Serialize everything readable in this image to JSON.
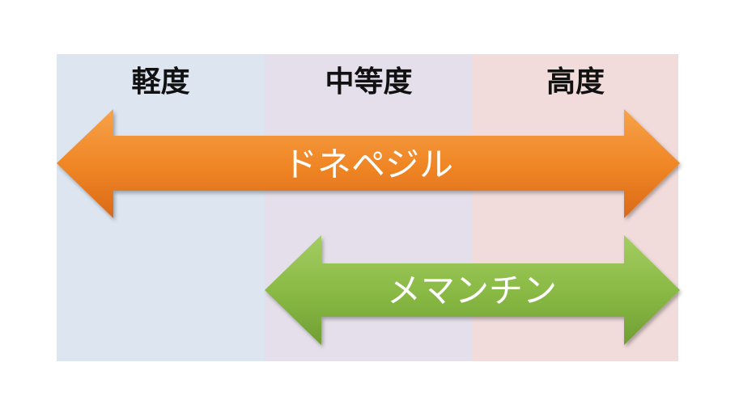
{
  "columns": {
    "mild": "軽度",
    "moderate": "中等度",
    "severe": "高度"
  },
  "arrows": {
    "donepezil": {
      "label": "ドネペジル",
      "color": "#f08a2c",
      "range": "軽度–高度"
    },
    "memantine": {
      "label": "メマンチン",
      "color": "#8bbd45",
      "range": "中等度–高度"
    }
  },
  "colors": {
    "mild_bg": "#dce5f0",
    "moderate_bg": "#e4dfea",
    "severe_bg": "#f1dcdb"
  }
}
